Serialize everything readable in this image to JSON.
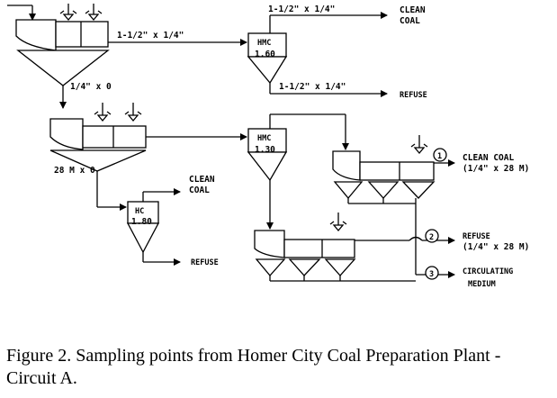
{
  "labels": {
    "top_screen_product": "1-1/2\" x 1/4\"",
    "top_product_out": "1-1/2\" x 1/4\"",
    "top_clean_coal": "CLEAN\nCOAL",
    "hmc_top": "HMC",
    "hmc_top_density": "1.60",
    "top_hmc_refuse_size": "1-1/2\" x 1/4\"",
    "top_refuse": "REFUSE",
    "undersize_1": "1/4\" x 0",
    "hmc_mid": "HMC",
    "hmc_mid_density": "1.30",
    "undersize_2": "28 M x 0",
    "hc": "HC",
    "hc_density": "1.80",
    "hc_clean_coal": "CLEAN\nCOAL",
    "hc_refuse": "REFUSE",
    "sp1_clean_coal": "CLEAN COAL",
    "sp1_size": "(1/4\" x 28 M)",
    "sp2_refuse": "REFUSE",
    "sp2_size": "(1/4\" x 28 M)",
    "sp3_circulating": "CIRCULATING",
    "sp3_medium": "MEDIUM"
  },
  "sampling_points": [
    "1",
    "2",
    "3"
  ],
  "caption": "Figure 2.  Sampling points from Homer City Coal Preparation Plant - Circuit A."
}
